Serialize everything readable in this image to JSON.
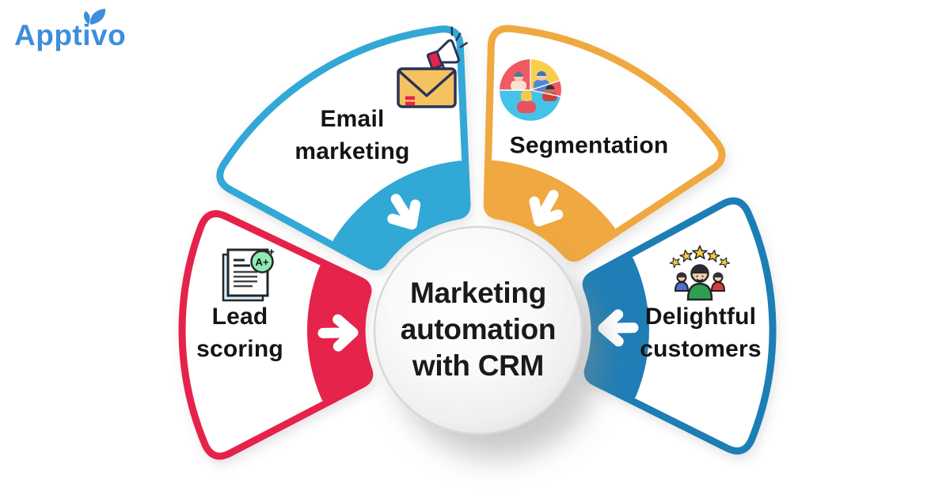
{
  "logo": {
    "text": "Apptivo",
    "color": "#3D8EDC"
  },
  "center": {
    "lines": [
      "Marketing",
      "automation",
      "with CRM"
    ],
    "text_color": "#1a1a1a",
    "circle_fill": "#ffffff"
  },
  "petals": [
    {
      "id": "lead-scoring",
      "color": "#E5234B",
      "label_lines": [
        "Lead",
        "scoring"
      ],
      "icon": "lead-scoring-document-icon"
    },
    {
      "id": "email-marketing",
      "color": "#31A8D6",
      "label_lines": [
        "Email",
        "marketing"
      ],
      "icon": "email-megaphone-icon"
    },
    {
      "id": "segmentation",
      "color": "#F0A840",
      "label_lines": [
        "Segmentation"
      ],
      "icon": "segmented-customers-icon"
    },
    {
      "id": "delightful-customers",
      "color": "#1E7EB5",
      "label_lines": [
        "Delightful",
        "customers"
      ],
      "icon": "customer-rating-icon"
    }
  ],
  "badges": {
    "lead_score_badge": "A+"
  },
  "background_color": "#ffffff"
}
